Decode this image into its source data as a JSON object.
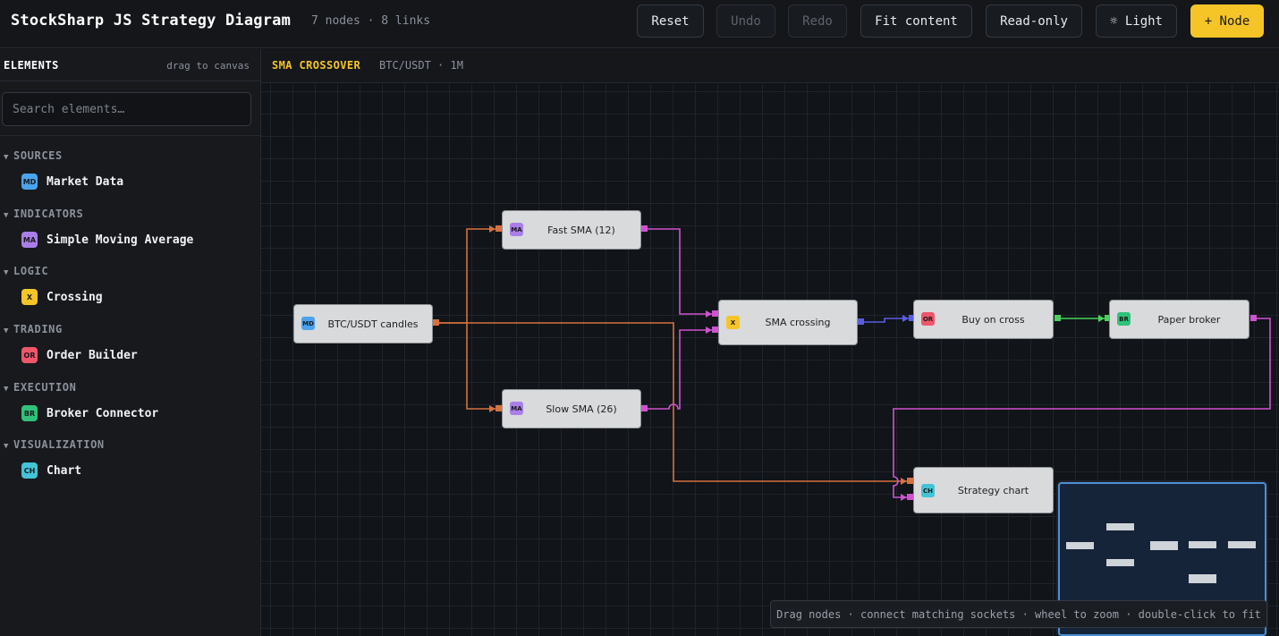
{
  "header": {
    "title": "StockSharp JS Strategy Diagram",
    "meta": "7 nodes · 8 links",
    "buttons": {
      "reset": "Reset",
      "undo": "Undo",
      "redo": "Redo",
      "fit": "Fit content",
      "readonly": "Read-only",
      "theme": "☼ Light",
      "add_node": "+ Node"
    }
  },
  "sidebar": {
    "title": "ELEMENTS",
    "hint": "drag to canvas",
    "search_placeholder": "Search elements…",
    "categories": [
      {
        "label": "SOURCES",
        "item": {
          "badge": "MD",
          "label": "Market Data",
          "color": "#4aa3f0"
        }
      },
      {
        "label": "INDICATORS",
        "item": {
          "badge": "MA",
          "label": "Simple Moving Average",
          "color": "#a97ee8"
        }
      },
      {
        "label": "LOGIC",
        "item": {
          "badge": "X",
          "label": "Crossing",
          "color": "#f5c528"
        }
      },
      {
        "label": "TRADING",
        "item": {
          "badge": "OR",
          "label": "Order Builder",
          "color": "#f0566a"
        }
      },
      {
        "label": "EXECUTION",
        "item": {
          "badge": "BR",
          "label": "Broker Connector",
          "color": "#2fc27a"
        }
      },
      {
        "label": "VISUALIZATION",
        "item": {
          "badge": "CH",
          "label": "Chart",
          "color": "#43c3d6"
        }
      }
    ]
  },
  "canvas_header": {
    "name": "SMA CROSSOVER",
    "meta": "BTC/USDT · 1M"
  },
  "nodes": {
    "candles": {
      "badge": "MD",
      "label": "BTC/USDT candles",
      "color": "#4aa3f0"
    },
    "fast_sma": {
      "badge": "MA",
      "label": "Fast SMA (12)",
      "color": "#a97ee8"
    },
    "slow_sma": {
      "badge": "MA",
      "label": "Slow SMA (26)",
      "color": "#a97ee8"
    },
    "crossing": {
      "badge": "X",
      "label": "SMA crossing",
      "color": "#f5c528"
    },
    "buy": {
      "badge": "OR",
      "label": "Buy on cross",
      "color": "#f0566a"
    },
    "broker": {
      "badge": "BR",
      "label": "Paper broker",
      "color": "#2fc27a"
    },
    "chart": {
      "badge": "CH",
      "label": "Strategy chart",
      "color": "#43c3d6"
    }
  },
  "wire_colors": {
    "candle": "#d6713f",
    "indicator": "#cf52d0",
    "signal": "#5b5de0",
    "order": "#4bd05e"
  },
  "hint_bar": "Drag nodes · connect matching sockets · wheel to zoom · double-click to fit"
}
